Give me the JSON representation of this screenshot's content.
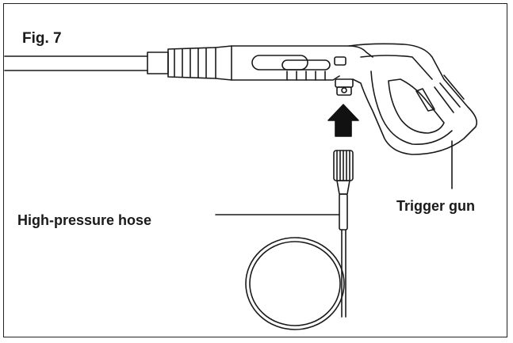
{
  "figure": {
    "title": "Fig. 7",
    "labels": {
      "hose": "High-pressure hose",
      "trigger_gun": "Trigger gun"
    }
  },
  "colors": {
    "line": "#1a1a1a",
    "arrow": "#111111",
    "background": "#ffffff"
  }
}
